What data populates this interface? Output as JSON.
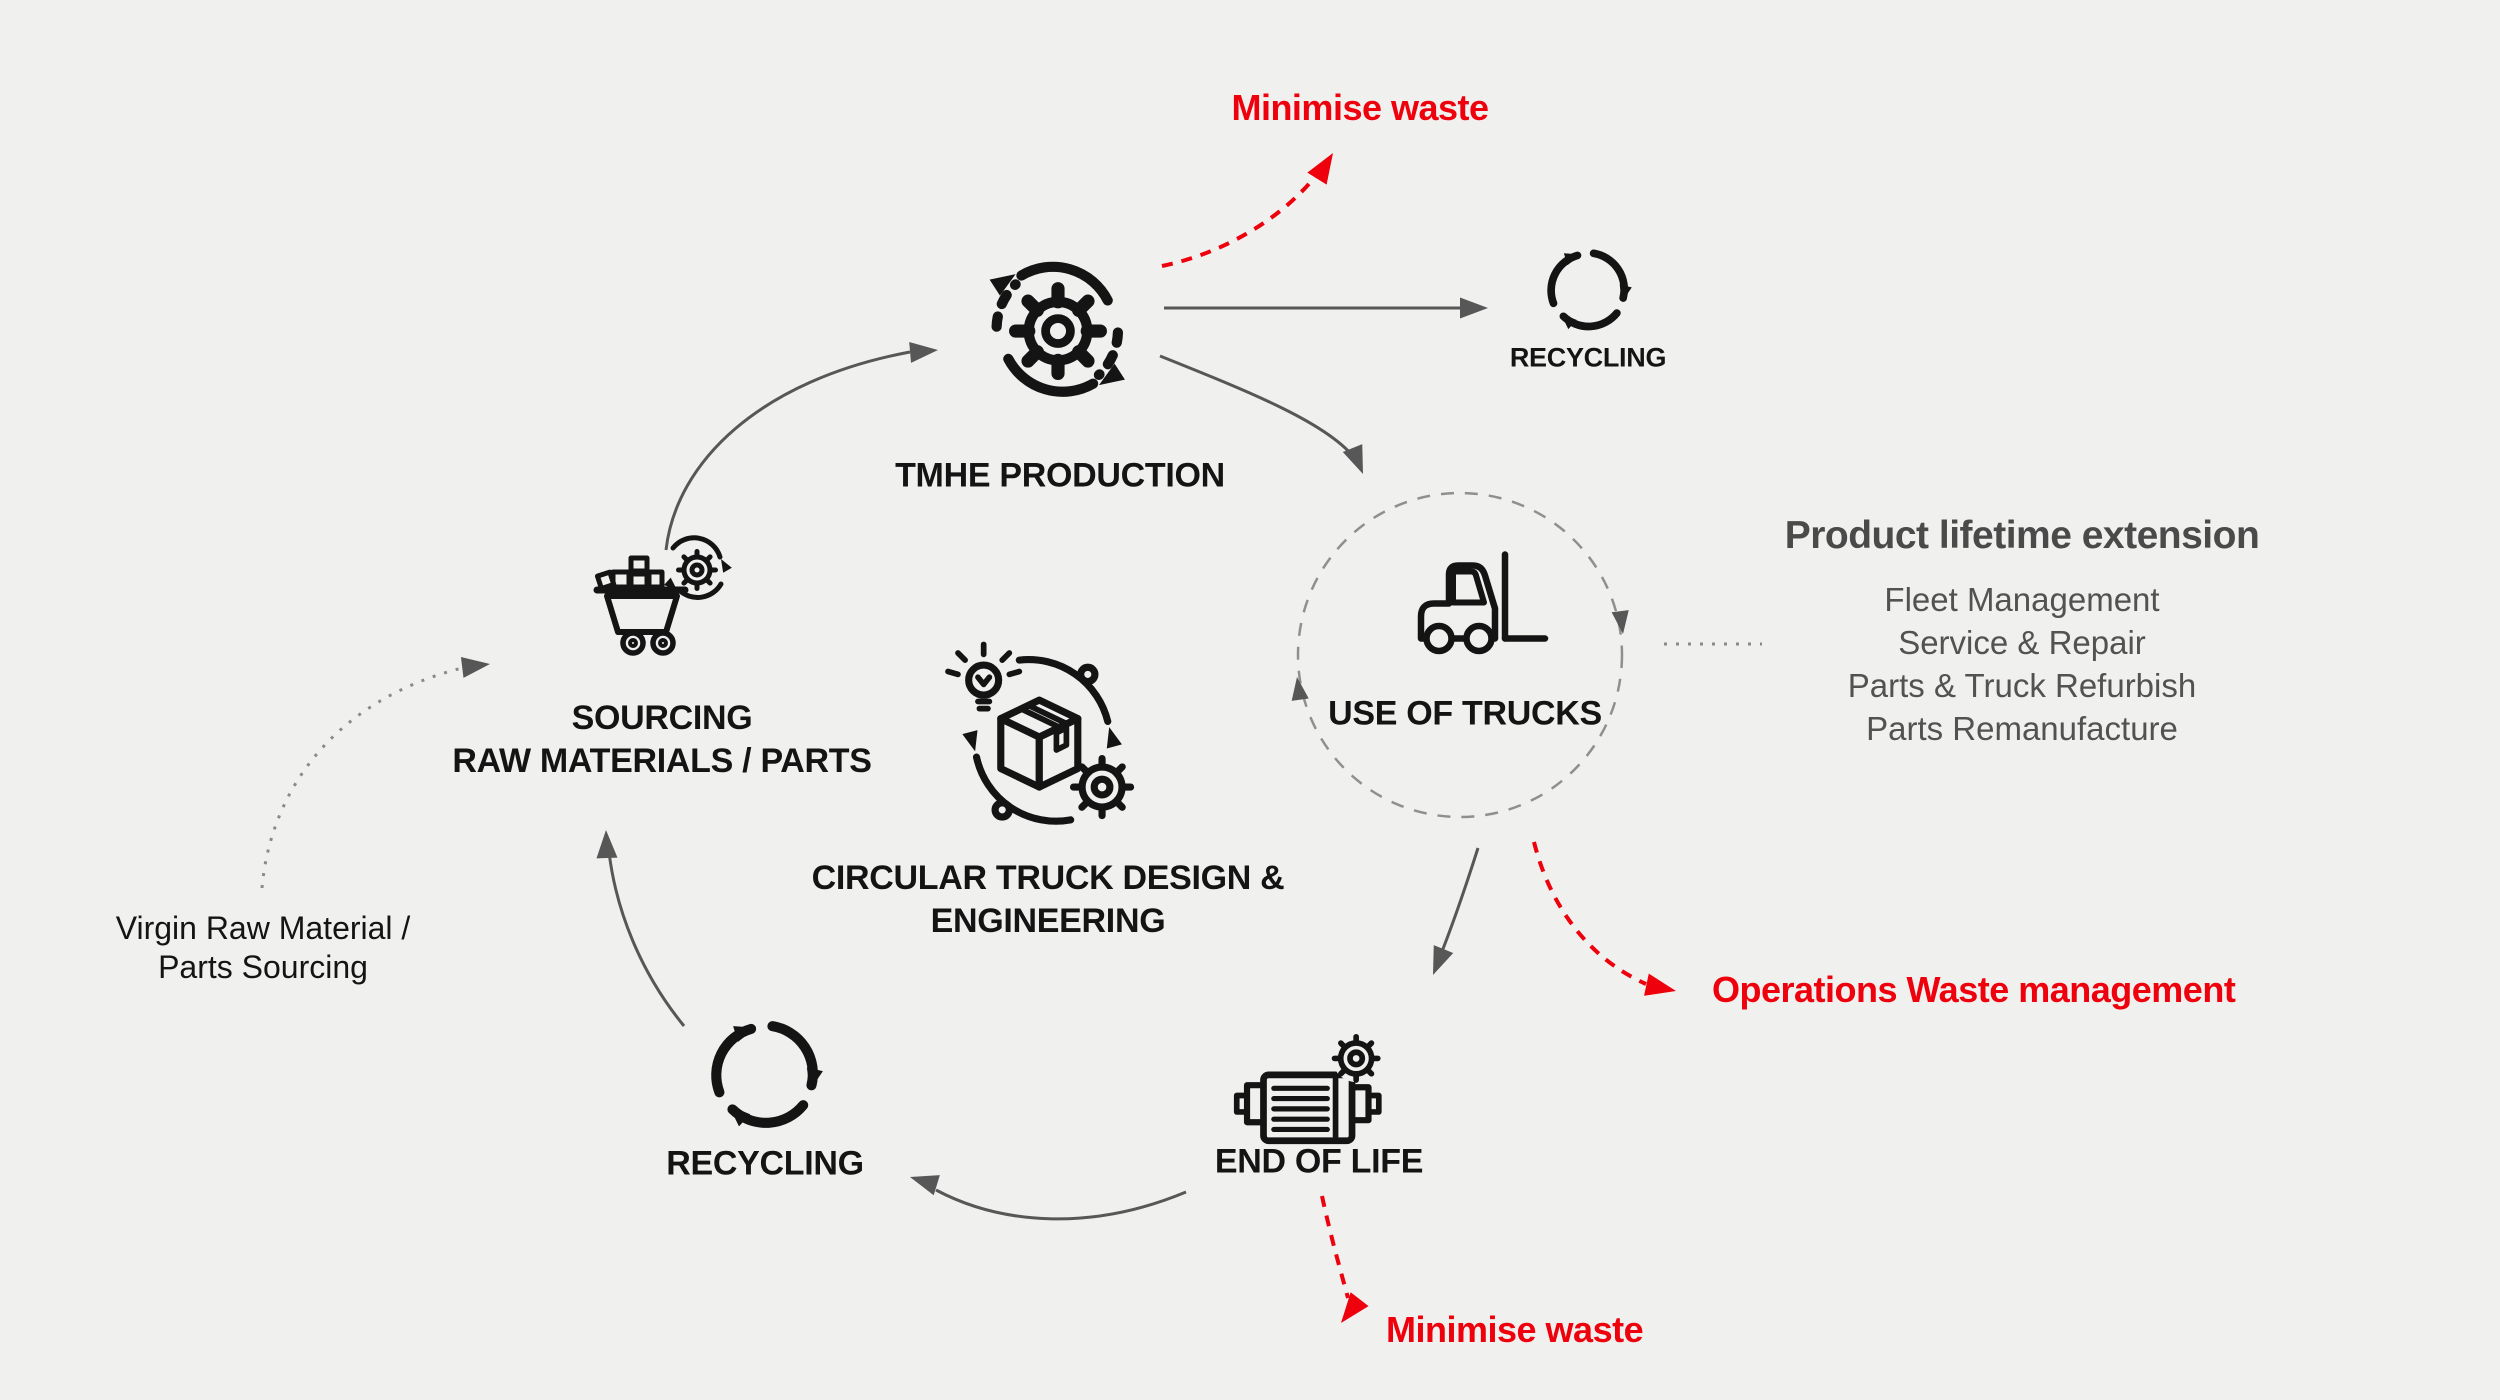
{
  "colors": {
    "background": "#f0f0ee",
    "ink": "#141414",
    "accent-red": "#ee000c",
    "line-gray": "#575757",
    "dash-gray": "#8f8f8f",
    "text-gray": "#525252",
    "heading-gray": "#4a4a4a"
  },
  "icons": {
    "production": "gear-with-cycle-arrows-icon",
    "recycling_top": "recycle-arrows-icon",
    "use_of_trucks": "forklift-icon",
    "sourcing": "mining-cart-with-gear-icon",
    "design": "package-bulb-gear-cycle-icon",
    "end_of_life": "electric-motor-with-gear-icon",
    "recycling_bottom": "recycle-arrows-icon"
  },
  "nodes": {
    "production": {
      "label": "TMHE PRODUCTION"
    },
    "recycling_top": {
      "label": "RECYCLING"
    },
    "use_of_trucks": {
      "label": "USE OF TRUCKS"
    },
    "sourcing": {
      "label_line1": "SOURCING",
      "label_line2": "RAW MATERIALS / PARTS"
    },
    "design": {
      "label_line1": "CIRCULAR TRUCK DESIGN &",
      "label_line2": "ENGINEERING"
    },
    "end_of_life": {
      "label": "END OF LIFE"
    },
    "recycling_bottom": {
      "label": "RECYCLING"
    }
  },
  "annotations": {
    "minimise_waste_top": {
      "text": "Minimise waste"
    },
    "operations_waste": {
      "text": "Operations Waste management"
    },
    "minimise_waste_bottom": {
      "text": "Minimise waste"
    },
    "virgin_sourcing": {
      "line1": "Virgin Raw Material /",
      "line2": "Parts Sourcing"
    }
  },
  "lifetime_panel": {
    "title": "Product lifetime extension",
    "items": [
      "Fleet Management",
      "Service & Repair",
      "Parts & Truck Refurbish",
      "Parts Remanufacture"
    ]
  }
}
